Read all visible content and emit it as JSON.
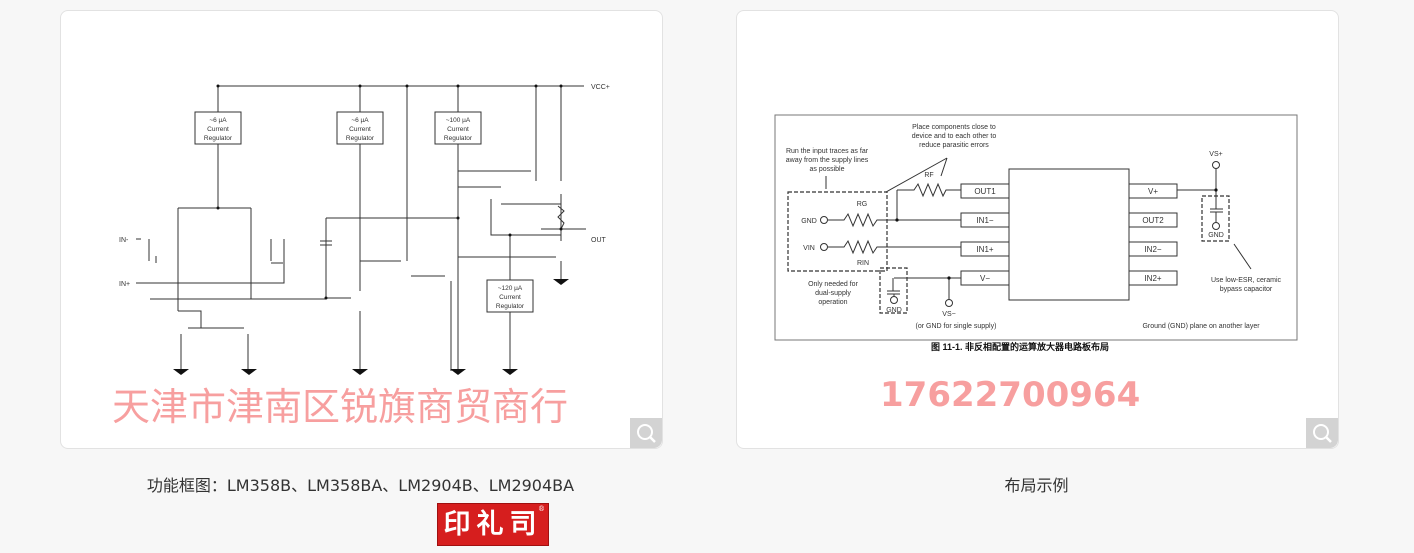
{
  "left_figure": {
    "vcc_label": "VCC+",
    "regulators": [
      {
        "value": "~6 µA",
        "line2": "Current",
        "line3": "Regulator"
      },
      {
        "value": "~6 µA",
        "line2": "Current",
        "line3": "Regulator"
      },
      {
        "value": "~100 µA",
        "line2": "Current",
        "line3": "Regulator"
      },
      {
        "value": "~120 µA",
        "line2": "Current",
        "line3": "Regulator"
      }
    ],
    "in_minus": "IN-",
    "in_plus": "IN+",
    "out": "OUT",
    "caption": "功能框图：LM358B、LM358BA、LM2904B、LM2904BA"
  },
  "right_figure": {
    "note_traces": [
      "Run the input traces as far",
      "away from the supply lines",
      "as possible"
    ],
    "note_place": [
      "Place components close to",
      "device and to each other to",
      "reduce parasitic errors"
    ],
    "rf": "RF",
    "rg": "RG",
    "rin": "RIN",
    "gnd": "GND",
    "vin": "VIN",
    "left_pins": [
      "OUT1",
      "IN1−",
      "IN1+",
      "V−"
    ],
    "right_pins": [
      "V+",
      "OUT2",
      "IN2−",
      "IN2+"
    ],
    "vs_plus": "VS+",
    "vs_minus": "VS−",
    "single_supply": "(or GND for single supply)",
    "dual_note": [
      "Only needed for",
      "dual-supply",
      "operation"
    ],
    "bypass_note": [
      "Use low-ESR, ceramic",
      "bypass capacitor"
    ],
    "ground_plane": "Ground (GND) plane on another layer",
    "figure_title": "图 11-1. 非反相配置的运算放大器电路板布局",
    "caption": "布局示例"
  },
  "watermark": {
    "name": "天津市津南区锐旗商贸商行",
    "phone": "17622700964"
  },
  "logo": {
    "text": "印礼司",
    "mark": "®"
  },
  "colors": {
    "background": "#f7f7f7",
    "logo_red": "#d61e1e",
    "watermark": "#f05050"
  }
}
